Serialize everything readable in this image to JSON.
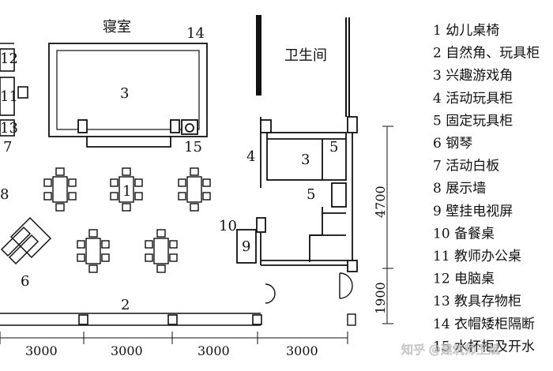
{
  "plan": {
    "bedroom": "寝室",
    "bathroom": "卫生间",
    "l1": "1",
    "l2": "2",
    "l3": "3",
    "l4": "4",
    "l5": "5",
    "l6": "6",
    "l7": "7",
    "l8": "8",
    "l9": "9",
    "l10": "10",
    "l11": "11",
    "l12": "12",
    "l13": "13",
    "l14": "14",
    "l15": "15"
  },
  "dimensions": [
    "3000",
    "3000",
    "3000",
    "3000",
    "4700",
    "1900"
  ],
  "legend": [
    "1 幼儿桌椅",
    "2 自然角、玩具柜",
    "3 兴趣游戏角",
    "4 活动玩具柜",
    "5 固定玩具柜",
    "6 钢琴",
    "7 活动白板",
    "8 展示墙",
    "9 壁挂电视屏",
    "10 备餐桌",
    "11 教师办公桌",
    "12 电脑桌",
    "13 教具存物柜",
    "14 衣帽矮柜隔断",
    "15 水杯柜及开水"
  ],
  "watermark": "知乎 @建筑师王斌"
}
